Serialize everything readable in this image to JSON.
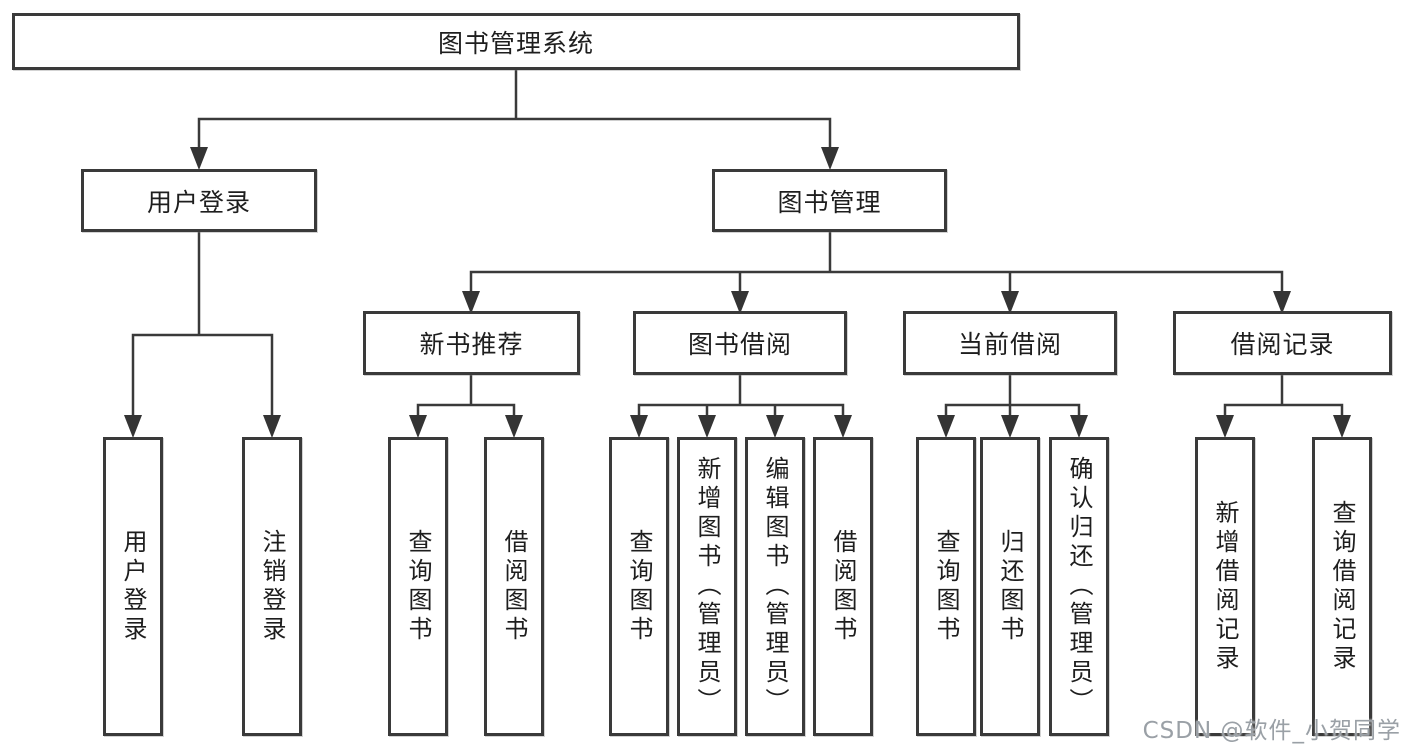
{
  "diagram": {
    "root": {
      "label": "图书管理系统"
    },
    "level2": [
      {
        "label": "用户登录"
      },
      {
        "label": "图书管理"
      }
    ],
    "level3": [
      {
        "label": "新书推荐"
      },
      {
        "label": "图书借阅"
      },
      {
        "label": "当前借阅"
      },
      {
        "label": "借阅记录"
      }
    ],
    "leaves": {
      "user_login": [
        {
          "label": "用户登录"
        },
        {
          "label": "注销登录"
        }
      ],
      "new_book": [
        {
          "label": "查询图书"
        },
        {
          "label": "借阅图书"
        }
      ],
      "book_borrow": [
        {
          "label": "查询图书"
        },
        {
          "label": "新增图书（管理员）"
        },
        {
          "label": "编辑图书（管理员）"
        },
        {
          "label": "借阅图书"
        }
      ],
      "current_borrow": [
        {
          "label": "查询图书"
        },
        {
          "label": "归还图书"
        },
        {
          "label": "确认归还（管理员）"
        }
      ],
      "borrow_records": [
        {
          "label": "新增借阅记录"
        },
        {
          "label": "查询借阅记录"
        }
      ]
    }
  },
  "watermark": {
    "text": "CSDN @软件_小贺同学",
    "color": "#9aa0a6"
  },
  "colors": {
    "line": "#3a3a3a",
    "border": "#3a3a3a",
    "text": "#1e1e1e",
    "background": "#ffffff"
  }
}
